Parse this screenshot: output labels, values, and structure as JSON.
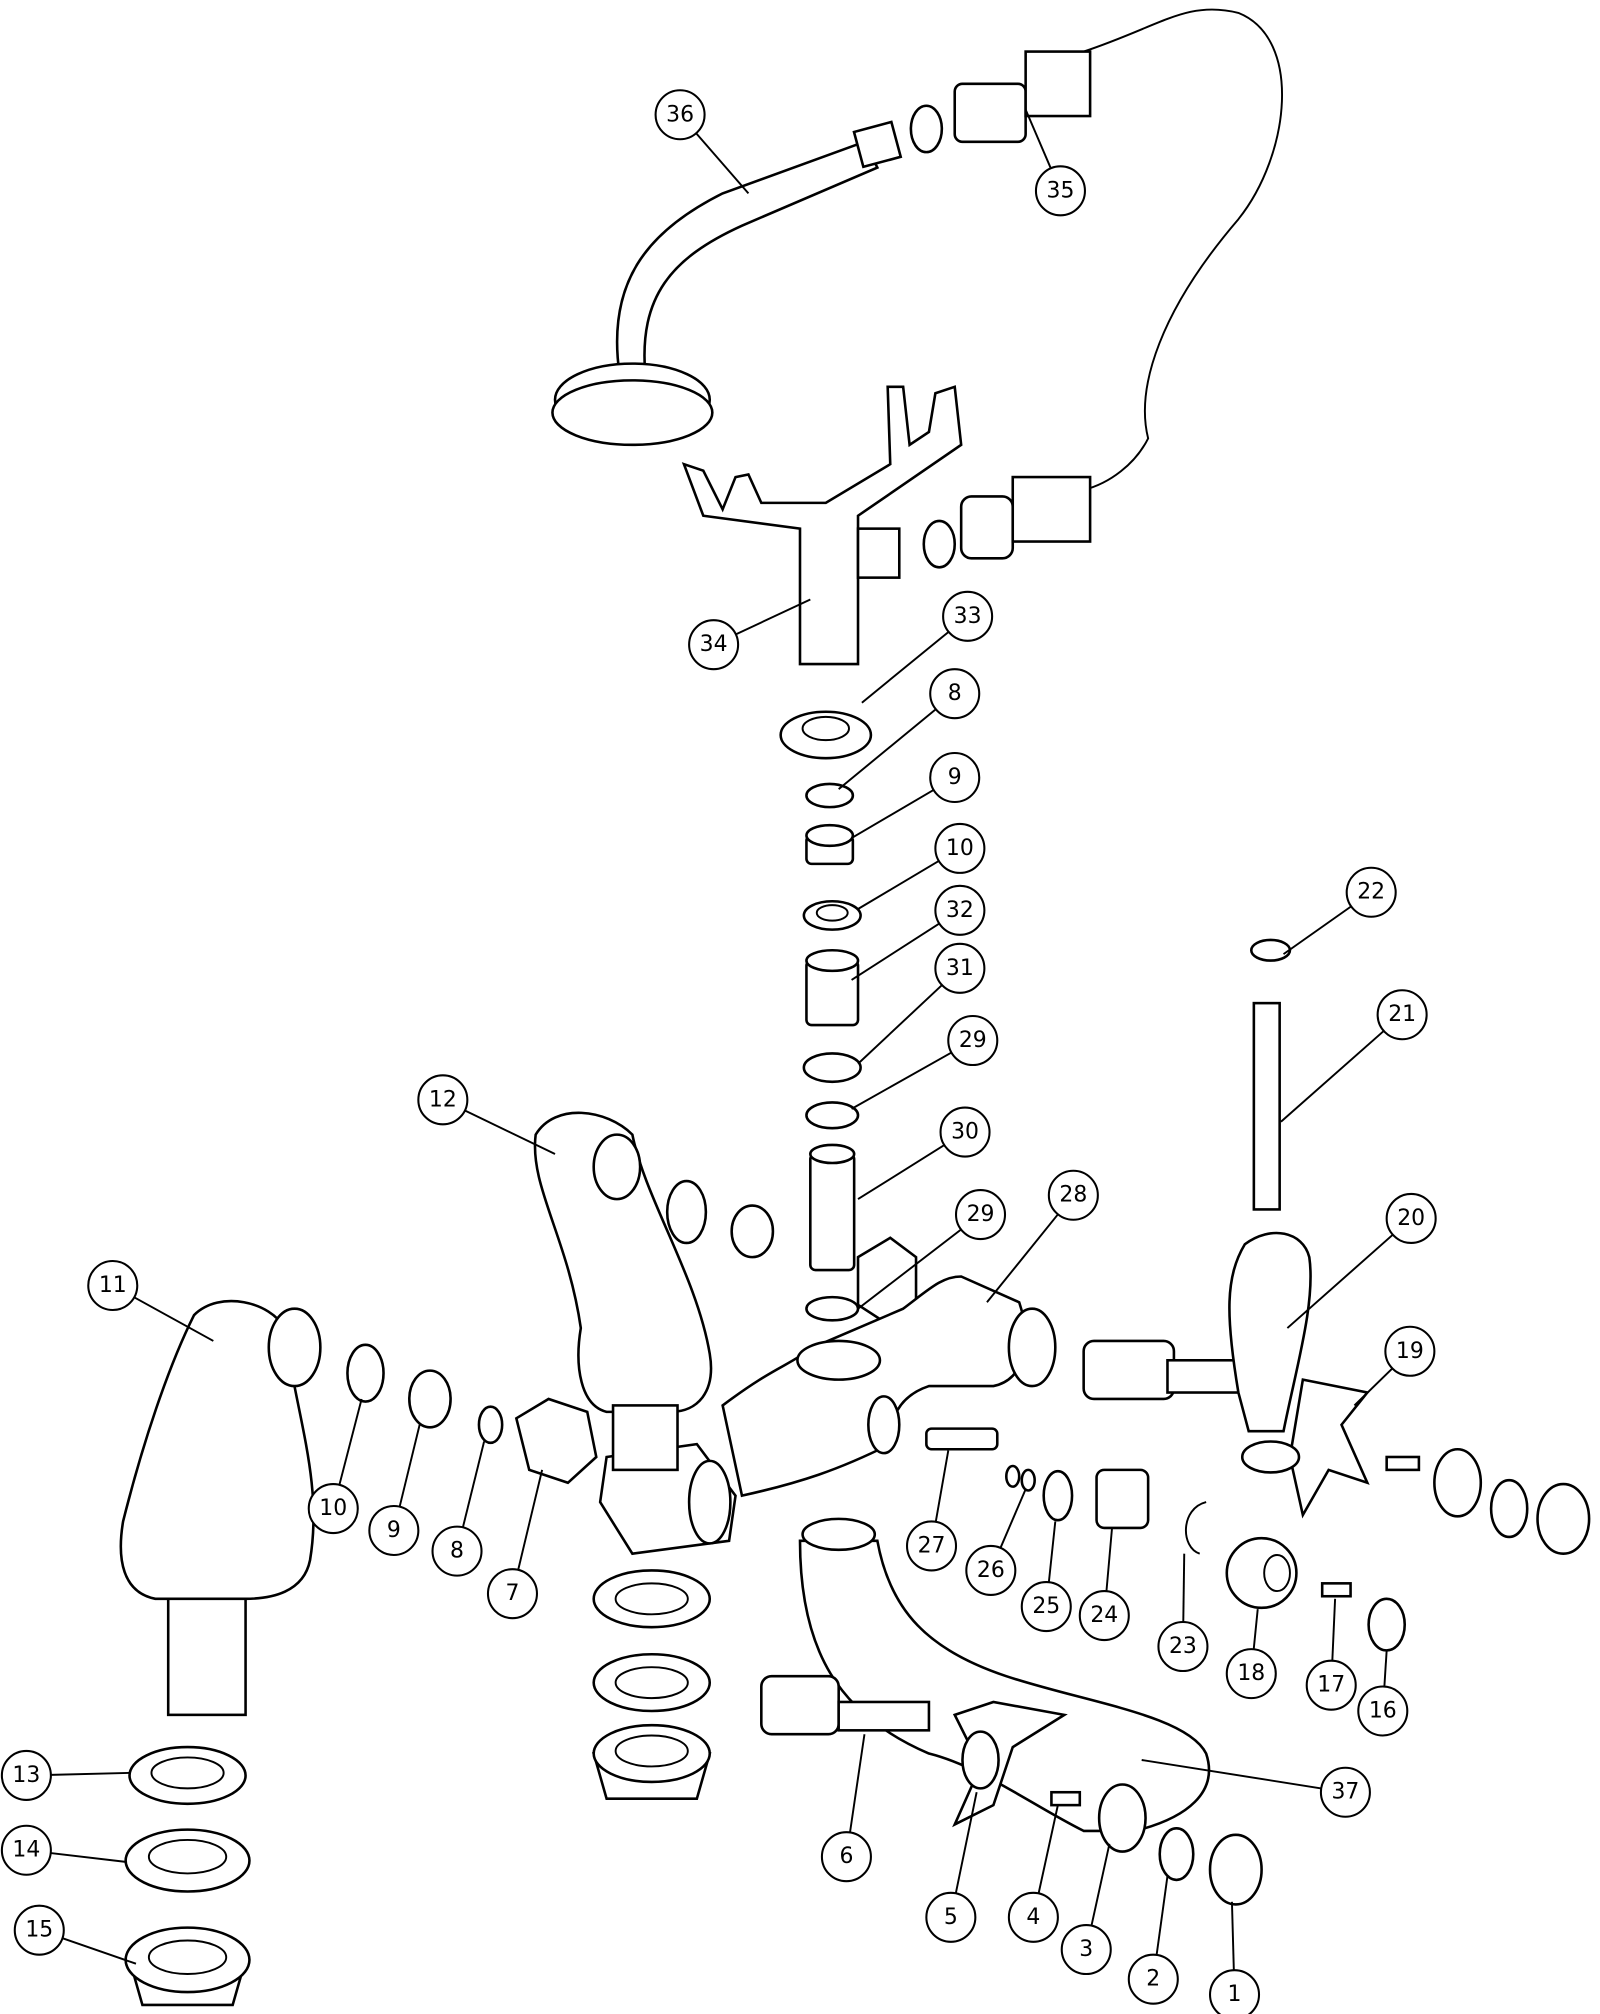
{
  "diagram": {
    "type": "exploded-parts-view",
    "callouts": [
      "36",
      "35",
      "34",
      "33",
      "8",
      "9",
      "10",
      "32",
      "31",
      "29",
      "30",
      "29",
      "28",
      "22",
      "21",
      "20",
      "19",
      "12",
      "11",
      "10",
      "9",
      "8",
      "7",
      "27",
      "26",
      "25",
      "24",
      "23",
      "18",
      "17",
      "16",
      "13",
      "14",
      "15",
      "37",
      "6",
      "5",
      "4",
      "3",
      "2",
      "1"
    ]
  }
}
